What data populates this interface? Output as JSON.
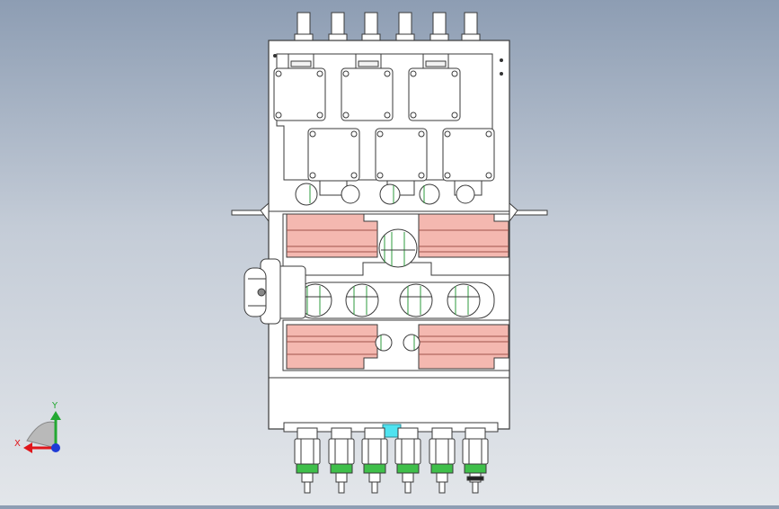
{
  "viewport": {
    "background_top": "#8d9db3",
    "background_bottom": "#e3e6ea"
  },
  "model": {
    "line_color": "#3a3a3a",
    "body_fill": "#ffffff",
    "pink_fill": "#f4b8b0",
    "green_detail": "#2e9b3c",
    "cyan_detail": "#4fe3f0",
    "top_connector_count": 6,
    "bottom_fitting_count": 6,
    "upper_motor_count": 3,
    "middle_motor_count": 3,
    "pink_block_count": 4
  },
  "triad": {
    "x_label": "X",
    "y_label": "Y",
    "x_color": "#e0161b",
    "y_color": "#23a832",
    "z_color": "#1f3bd6"
  }
}
